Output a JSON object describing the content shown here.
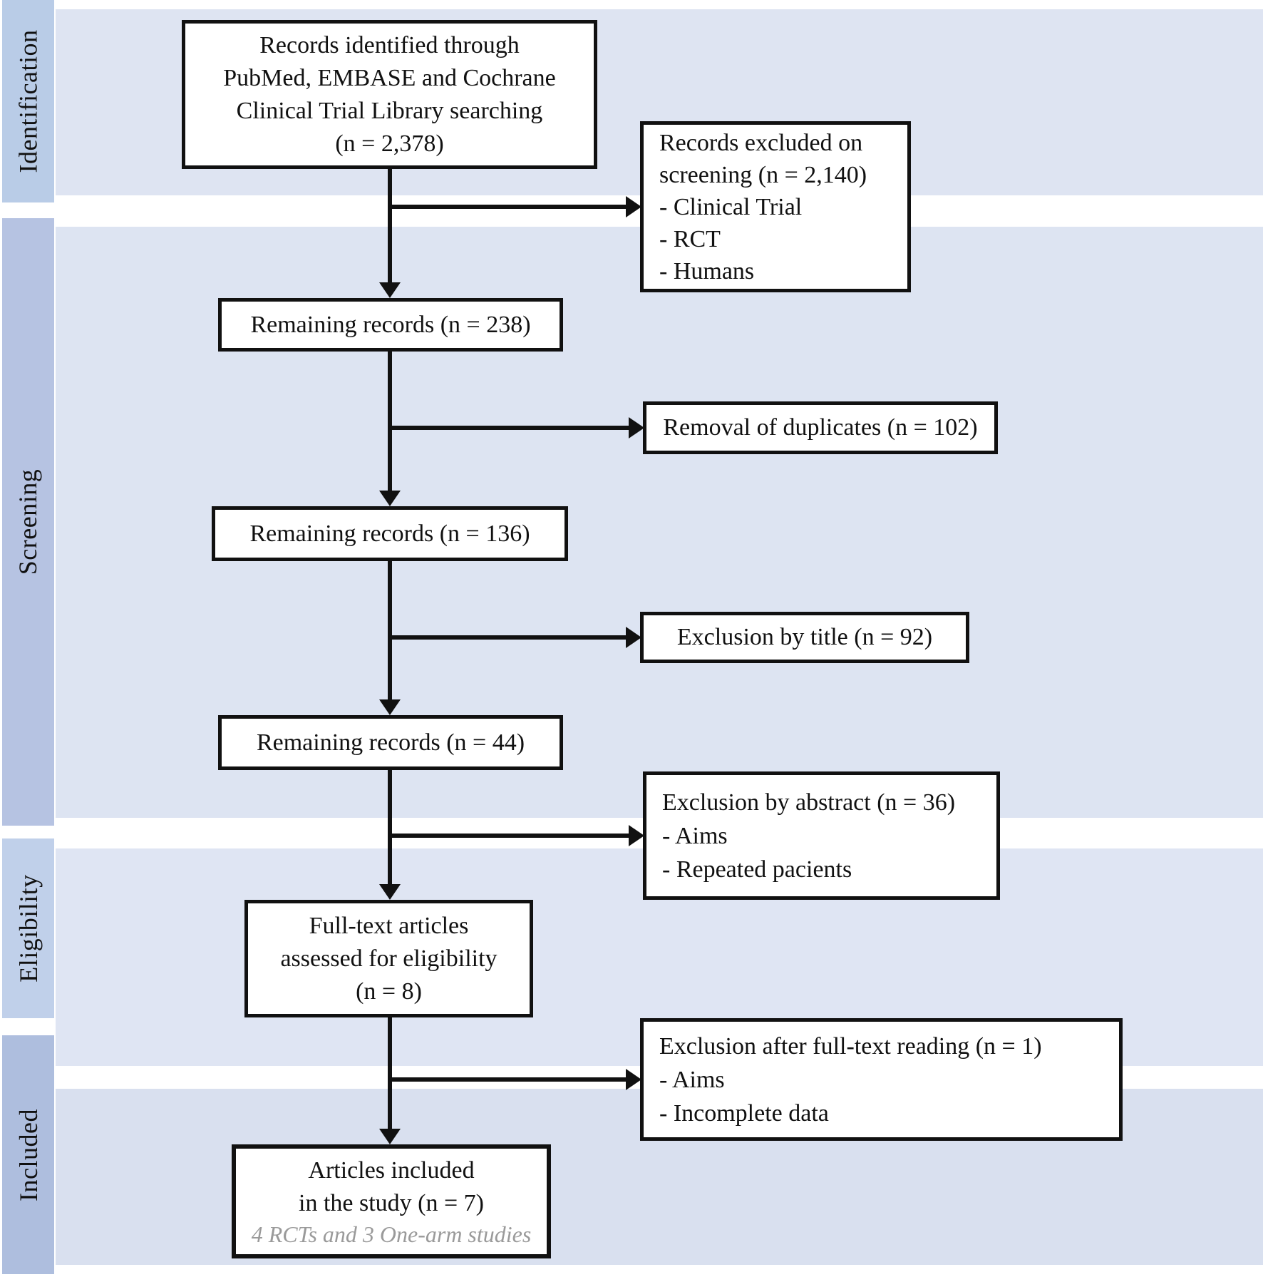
{
  "sidebar": {
    "identification": "Identification",
    "screening": "Screening",
    "eligibility": "Eligibility",
    "included": "Included"
  },
  "flow": {
    "identified": "Records identified through\nPubMed, EMBASE and Cochrane\nClinical Trial Library searching\n(n = 2,378)",
    "remaining_238": "Remaining records (n = 238)",
    "remaining_136": "Remaining records (n = 136)",
    "remaining_44": "Remaining records (n = 44)",
    "fulltext_assessed": "Full-text articles\nassessed for eligibility\n(n = 8)",
    "articles_included": "Articles included\nin the study (n = 7)",
    "articles_included_note": "4 RCTs and 3 One-arm studies"
  },
  "exclusions": {
    "screening_excluded": "Records excluded on\nscreening (n = 2,140)\n- Clinical Trial\n- RCT\n- Humans",
    "duplicates": "Removal of duplicates (n = 102)",
    "by_title": "Exclusion by title (n = 92)",
    "by_abstract": "Exclusion by abstract (n = 36)\n- Aims\n- Repeated pacients",
    "after_fulltext": "Exclusion after full-text reading (n = 1)\n- Aims\n- Incomplete data"
  },
  "counts": {
    "identified": 2378,
    "excluded_screening": 2140,
    "remaining_after_screening": 238,
    "duplicates_removed": 102,
    "remaining_after_duplicates": 136,
    "excluded_by_title": 92,
    "remaining_after_title": 44,
    "excluded_by_abstract": 36,
    "fulltext_assessed": 8,
    "excluded_after_fulltext": 1,
    "included": 7
  },
  "colors": {
    "stage_identification": "#b9cce7",
    "stage_screening": "#b6c3e2",
    "stage_eligibility": "#c0d0ea",
    "stage_included": "#aebede",
    "content_band": "#dee4f2",
    "box_border": "#111111",
    "note_gray": "#9a9a9a"
  }
}
